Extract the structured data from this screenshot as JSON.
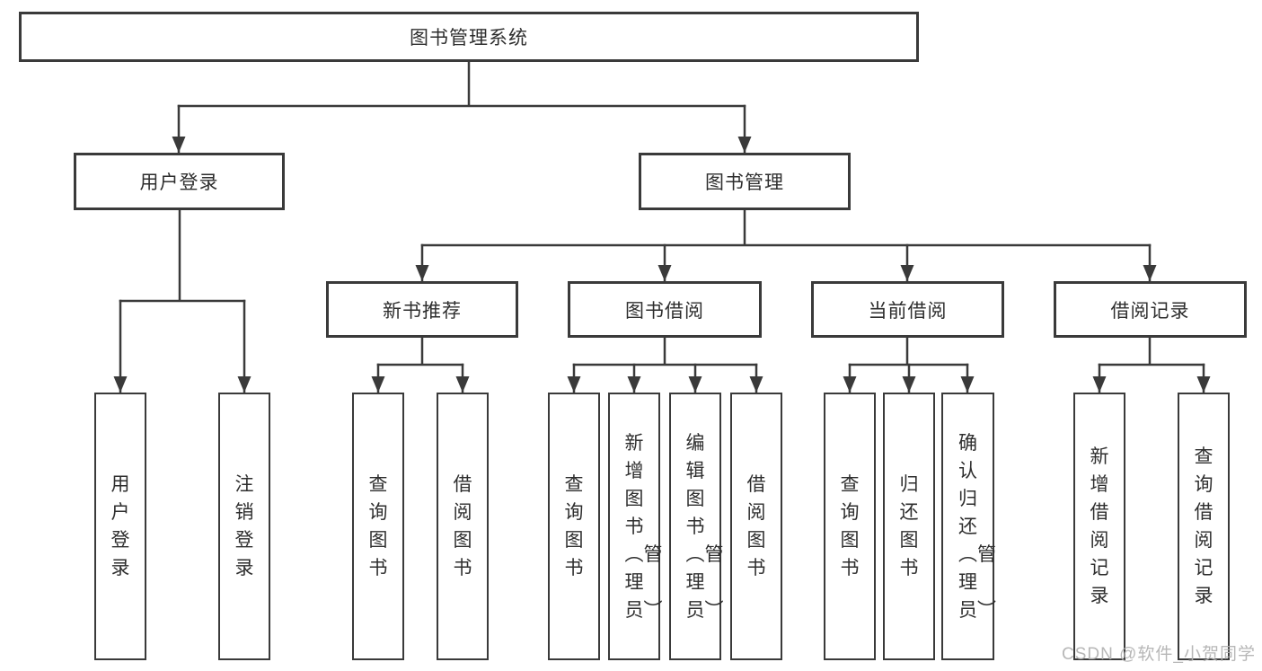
{
  "diagram": {
    "nodes": {
      "root": "图书管理系统",
      "user_login": "用户登录",
      "book_mgmt": "图书管理",
      "new_books": "新书推荐",
      "book_borrow": "图书借阅",
      "current_borrow": "当前借阅",
      "borrow_records": "借阅记录",
      "leaf_user_login": "用户登录",
      "leaf_logout": "注销登录",
      "leaf_nb_query_book": "查询图书",
      "leaf_nb_borrow_book": "借阅图书",
      "leaf_bb_query_book": "查询图书",
      "leaf_bb_add_book": "新增图书（管理员）",
      "leaf_bb_edit_book": "编辑图书（管理员）",
      "leaf_bb_borrow_book": "借阅图书",
      "leaf_cb_query_book": "查询图书",
      "leaf_cb_return_book": "归还图书",
      "leaf_cb_confirm_return": "确认归还（管理员）",
      "leaf_br_add_record": "新增借阅记录",
      "leaf_br_query_record": "查询借阅记录"
    },
    "watermark": "CSDN @软件_小贺同学",
    "colors": {
      "line": "#3a3a3a",
      "text": "#2e2e2e",
      "watermark": "#b0b0b0",
      "background": "#ffffff"
    }
  }
}
